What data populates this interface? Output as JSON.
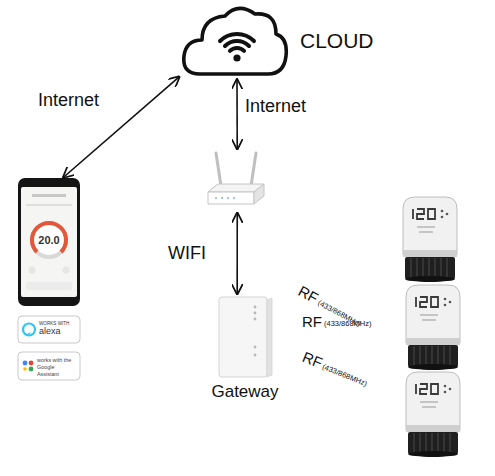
{
  "diagram": {
    "nodes": [
      {
        "text": [
          "CLOUD"
        ]
      },
      {
        "text": [
          "20.0"
        ]
      },
      {
        "text": []
      },
      {
        "text": [
          "Gateway"
        ]
      }
    ],
    "edges": [
      {
        "from": 0,
        "to": 1,
        "arrow": "both",
        "label": "Internet"
      },
      {
        "from": 0,
        "to": 2,
        "arrow": "both",
        "label": "Internet"
      },
      {
        "from": 2,
        "to": 3,
        "arrow": "both",
        "label": "WIFI"
      }
    ],
    "labels": [
      "WORKS WITH",
      "alexa",
      "works with the Google Assistant",
      "RF",
      "(433/868MHz)",
      "RF",
      "(433/868MHz)",
      "RF",
      "(433/868MHz)"
    ]
  }
}
